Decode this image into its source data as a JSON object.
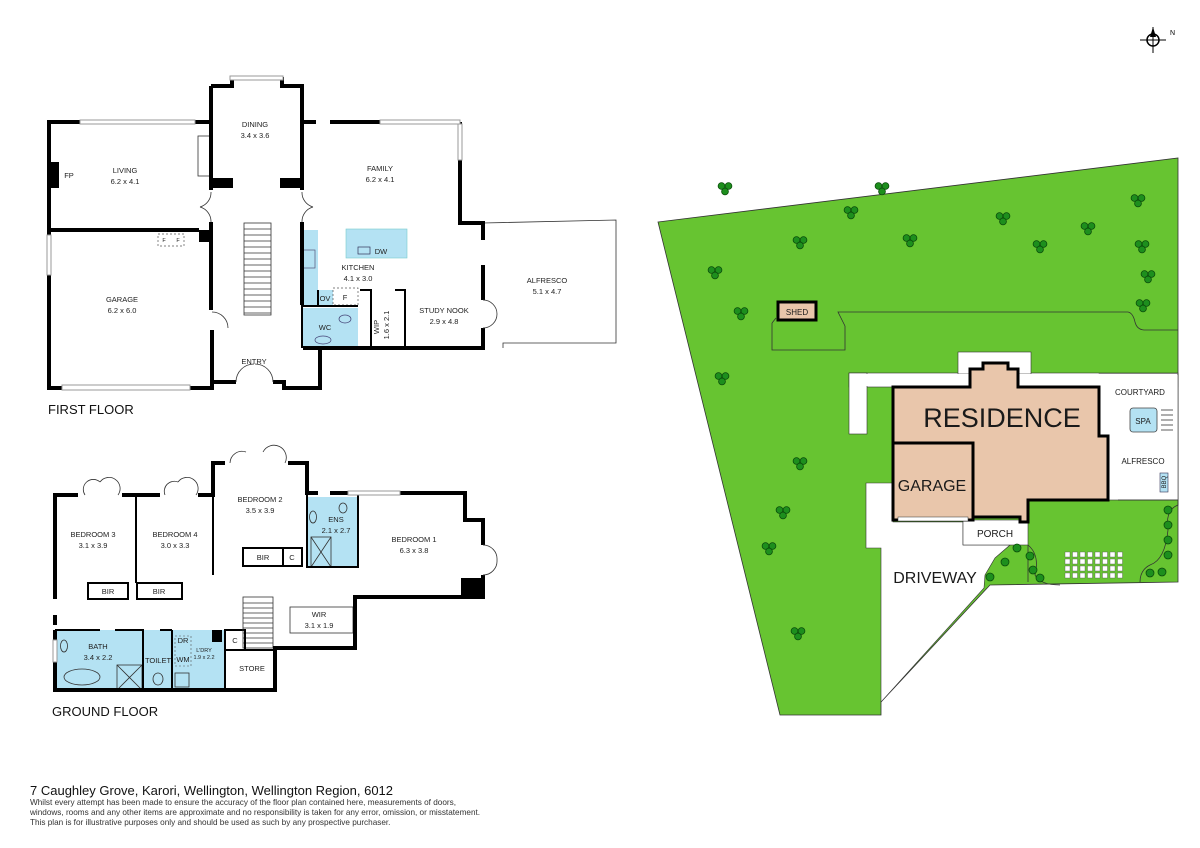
{
  "first_floor": {
    "title": "FIRST FLOOR",
    "rooms": {
      "dining": {
        "name": "DINING",
        "size": "3.4 x 3.6"
      },
      "living": {
        "name": "LIVING",
        "size": "6.2 x 4.1"
      },
      "fireplace": "FP",
      "family": {
        "name": "FAMILY",
        "size": "6.2 x 4.1"
      },
      "dishwasher": "DW",
      "kitchen": {
        "name": "KITCHEN",
        "size": "4.1 x 3.0"
      },
      "oven": "OV",
      "fridge": "F",
      "fridge_garage_1": "F",
      "fridge_garage_2": "F",
      "wc": "WC",
      "wip": {
        "name": "WIP",
        "size": "1.6 x 2.1"
      },
      "study_nook": {
        "name": "STUDY NOOK",
        "size": "2.9 x 4.8"
      },
      "alfresco": {
        "name": "ALFRESCO",
        "size": "5.1 x 4.7"
      },
      "garage": {
        "name": "GARAGE",
        "size": "6.2 x 6.0"
      },
      "entry": "ENTRY"
    }
  },
  "ground_floor": {
    "title": "GROUND FLOOR",
    "rooms": {
      "bedroom3": {
        "name": "BEDROOM 3",
        "size": "3.1 x 3.9"
      },
      "bedroom4": {
        "name": "BEDROOM 4",
        "size": "3.0 x 3.3"
      },
      "bedroom2": {
        "name": "BEDROOM 2",
        "size": "3.5 x 3.9"
      },
      "ens": {
        "name": "ENS",
        "size": "2.1 x 2.7"
      },
      "bedroom1": {
        "name": "BEDROOM 1",
        "size": "6.3 x 3.8"
      },
      "bir1": "BIR",
      "bir2": "BIR",
      "bir3": "BIR",
      "cupboard1": "C",
      "cupboard2": "C",
      "wir": {
        "name": "WIR",
        "size": "3.1 x 1.9"
      },
      "bath": {
        "name": "BATH",
        "size": "3.4 x 2.2"
      },
      "toilet": "TOILET",
      "dryer": "DR",
      "washing_machine": "WM",
      "laundry": {
        "name": "L'DRY",
        "size": "1.9 x 2.2"
      },
      "store": "STORE"
    }
  },
  "site_plan": {
    "shed": "SHED",
    "residence": "RESIDENCE",
    "garage": "GARAGE",
    "courtyard": "COURTYARD",
    "spa": "SPA",
    "alfresco": "ALFRESCO",
    "bbq": "BBQ",
    "porch": "PORCH",
    "driveway": "DRIVEWAY",
    "compass_north": "N"
  },
  "colors": {
    "lawn": "#67c431",
    "building": "#e9c6ab",
    "wet_area": "#b4e2f3",
    "tree": "#1d8f1d"
  },
  "footer": {
    "address": "7 Caughley Grove, Karori, Wellington, Wellington Region, 6012",
    "disclaimer_lines": [
      "Whilst every attempt has been made to ensure the accuracy of the floor plan contained here, measurements of doors,",
      "windows, rooms and any other items are approximate and no responsibility is taken for any error, omission, or misstatement.",
      "This plan is for illustrative purposes only and should be used as such by any prospective purchaser."
    ]
  }
}
